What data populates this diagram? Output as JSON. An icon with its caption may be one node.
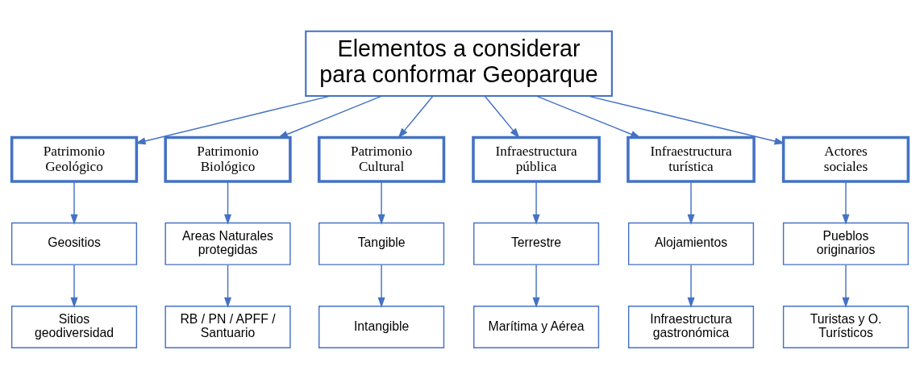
{
  "diagram": {
    "nodes": [
      {
        "text": [
          "Elementos a considerar para conformar Geoparque"
        ]
      },
      {
        "text": [
          "Patrimonio Geológico"
        ]
      },
      {
        "text": [
          "Patrimonio Biológico"
        ]
      },
      {
        "text": [
          "Patrimonio Cultural"
        ]
      },
      {
        "text": [
          "Infraestructura pública"
        ]
      },
      {
        "text": [
          "Infraestructura turística"
        ]
      },
      {
        "text": [
          "Actores sociales"
        ]
      },
      {
        "text": [
          "Geositios"
        ]
      },
      {
        "text": [
          "Sitios geodiversidad"
        ]
      },
      {
        "text": [
          "Areas Naturales protegidas"
        ]
      },
      {
        "text": [
          "RB / PN / APFF / Santuario"
        ]
      },
      {
        "text": [
          "Tangible"
        ]
      },
      {
        "text": [
          "Intangible"
        ]
      },
      {
        "text": [
          "Terrestre"
        ]
      },
      {
        "text": [
          "Marítima y Aérea"
        ]
      },
      {
        "text": [
          "Alojamientos"
        ]
      },
      {
        "text": [
          "Infraestructura gastronómica"
        ]
      },
      {
        "text": [
          "Pueblos originarios"
        ]
      },
      {
        "text": [
          "Turistas y O. Turísticos"
        ]
      }
    ],
    "edges": [
      {
        "from": 0,
        "to": 1,
        "arrow": "to"
      },
      {
        "from": 0,
        "to": 2,
        "arrow": "to"
      },
      {
        "from": 0,
        "to": 3,
        "arrow": "to"
      },
      {
        "from": 0,
        "to": 4,
        "arrow": "to"
      },
      {
        "from": 0,
        "to": 5,
        "arrow": "to"
      },
      {
        "from": 0,
        "to": 6,
        "arrow": "to"
      },
      {
        "from": 1,
        "to": 7,
        "arrow": "to"
      },
      {
        "from": 2,
        "to": 9,
        "arrow": "to"
      },
      {
        "from": 3,
        "to": 11,
        "arrow": "to"
      },
      {
        "from": 4,
        "to": 13,
        "arrow": "to"
      },
      {
        "from": 5,
        "to": 15,
        "arrow": "to"
      },
      {
        "from": 6,
        "to": 17,
        "arrow": "to"
      },
      {
        "from": 7,
        "to": 8,
        "arrow": "to"
      },
      {
        "from": 9,
        "to": 10,
        "arrow": "to"
      },
      {
        "from": 11,
        "to": 12,
        "arrow": "to"
      },
      {
        "from": 13,
        "to": 14,
        "arrow": "to"
      },
      {
        "from": 15,
        "to": 16,
        "arrow": "to"
      },
      {
        "from": 17,
        "to": 18,
        "arrow": "to"
      }
    ]
  }
}
